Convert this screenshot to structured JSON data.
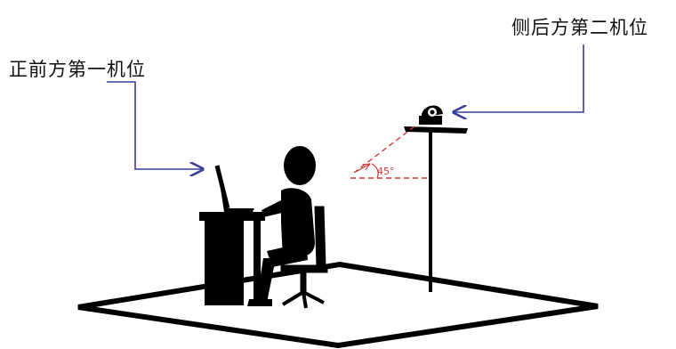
{
  "labels": {
    "front_camera": "正前方第一机位",
    "rear_side_camera": "侧后方第二机位",
    "angle": "45°"
  },
  "colors": {
    "arrow": "#3a3f9a",
    "angle_lines": "#d23a3a",
    "ink": "#000000"
  }
}
